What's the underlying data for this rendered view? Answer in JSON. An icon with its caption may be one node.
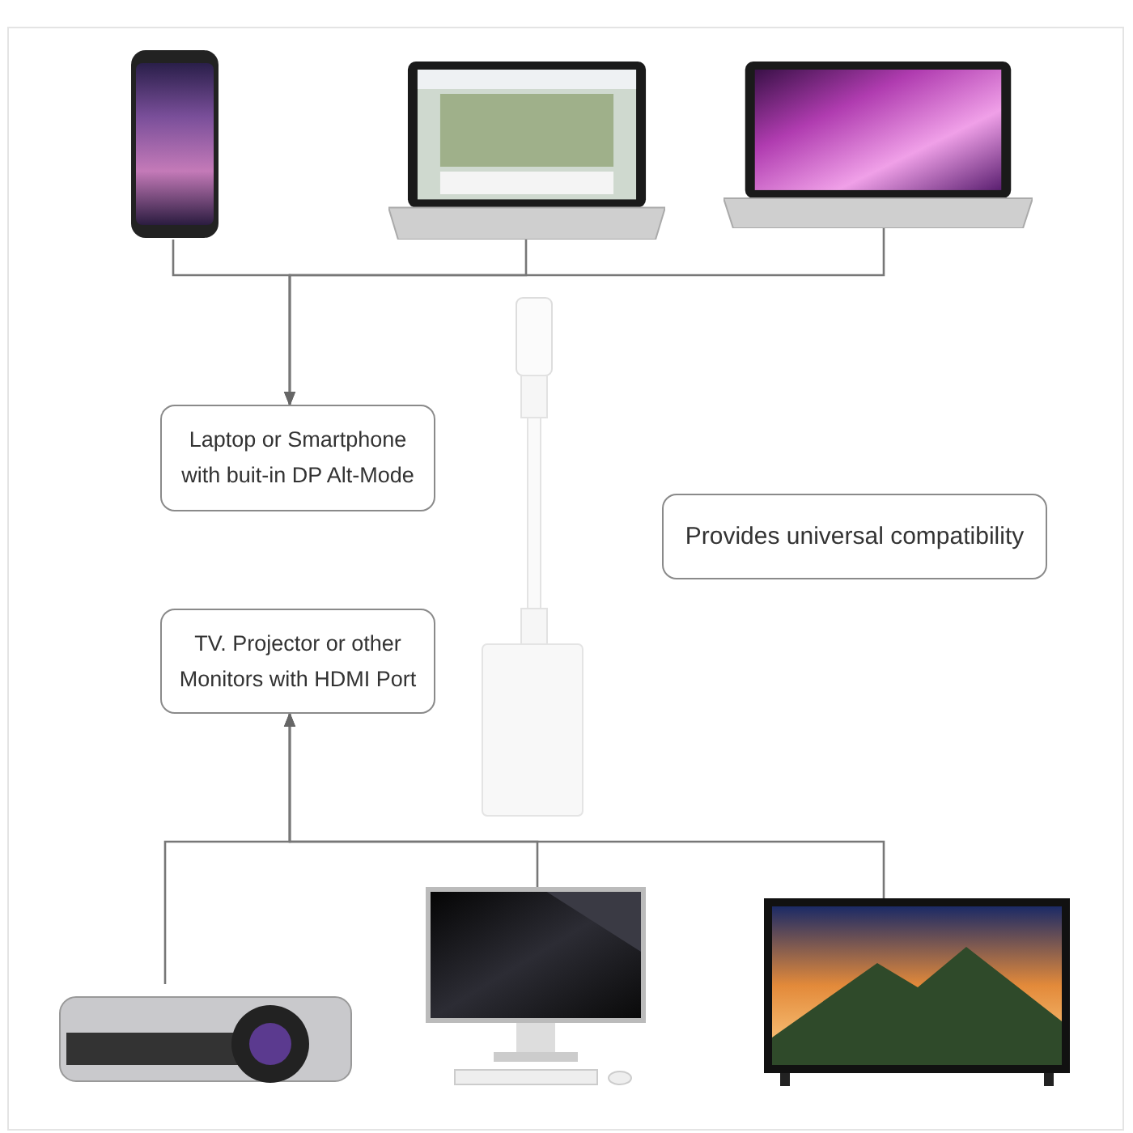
{
  "diagram": {
    "nodes": [
      {
        "text": [],
        "shape": "picture"
      },
      {
        "text": [],
        "shape": "picture"
      },
      {
        "text": [],
        "shape": "picture"
      },
      {
        "text": [
          "Laptop or Smartphone with buit-in DP Alt-Mode"
        ]
      },
      {
        "text": [
          "Provides universal compatibility"
        ]
      },
      {
        "text": [
          "TV. Projector or other Monitors with HDMI Port"
        ]
      },
      {
        "text": [],
        "shape": "picture"
      },
      {
        "text": [],
        "shape": "picture"
      },
      {
        "text": [],
        "shape": "picture"
      }
    ],
    "edges": [
      {
        "from": 0,
        "to": 3,
        "arrow": "to"
      },
      {
        "from": 1,
        "to": 3,
        "arrow": "to"
      },
      {
        "from": 2,
        "to": 3,
        "arrow": "to"
      },
      {
        "from": 6,
        "to": 5,
        "arrow": "to"
      },
      {
        "from": 7,
        "to": 5,
        "arrow": "to"
      },
      {
        "from": 8,
        "to": 5,
        "arrow": "to"
      }
    ]
  }
}
